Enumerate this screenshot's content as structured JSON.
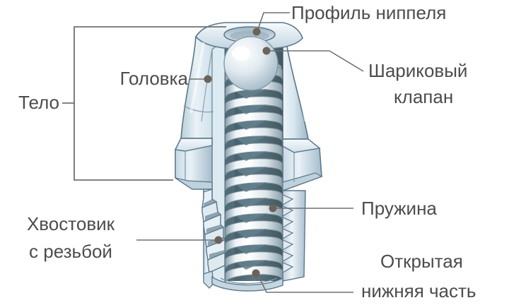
{
  "diagram": {
    "title_visible": false,
    "subject": "grease-nipple-cutaway",
    "background_color": "#ffffff",
    "text_color": "#4c4c4c",
    "leader_color": "#6e7174",
    "bracket_color": "#6e7174",
    "dot_color": "#6b6259",
    "metal_colors": {
      "body_light": "#f2f7fa",
      "body_mid": "#cddde8",
      "body_shade": "#9fb8c9",
      "body_dark": "#7d99ab",
      "cavity_dark": "#5d737f",
      "cavity_darker": "#465c68",
      "spring_light": "#ffffff",
      "spring_mid": "#dfe6ea",
      "spring_shade": "#8fa3ae",
      "ball_light": "#ffffff",
      "ball_mid": "#dde6ec",
      "ball_shade": "#a9bcc8",
      "outline": "#5a7182"
    }
  },
  "labels": {
    "body": "Тело",
    "head": "Головка",
    "nipple_profile": "Профиль ниппеля",
    "ball_valve_line1": "Шариковый",
    "ball_valve_line2": "клапан",
    "spring": "Пружина",
    "threaded_shank_line1": "Хвостовик",
    "threaded_shank_line2": "с резьбой",
    "open_bottom_line1": "Открытая",
    "open_bottom_line2": "нижняя часть"
  },
  "callouts": [
    {
      "id": "body",
      "text": "Тело",
      "kind": "bracket",
      "side": "left"
    },
    {
      "id": "head",
      "text": "Головка",
      "kind": "leader",
      "side": "left"
    },
    {
      "id": "nipple-profile",
      "text": "Профиль ниппеля",
      "kind": "leader",
      "side": "right"
    },
    {
      "id": "ball-valve",
      "text": "Шариковый клапан",
      "kind": "leader",
      "side": "right"
    },
    {
      "id": "spring",
      "text": "Пружина",
      "kind": "leader",
      "side": "right"
    },
    {
      "id": "threaded-shank",
      "text": "Хвостовик с резьбой",
      "kind": "leader",
      "side": "left"
    },
    {
      "id": "open-bottom",
      "text": "Открытая нижняя часть",
      "kind": "leader",
      "side": "right"
    }
  ]
}
